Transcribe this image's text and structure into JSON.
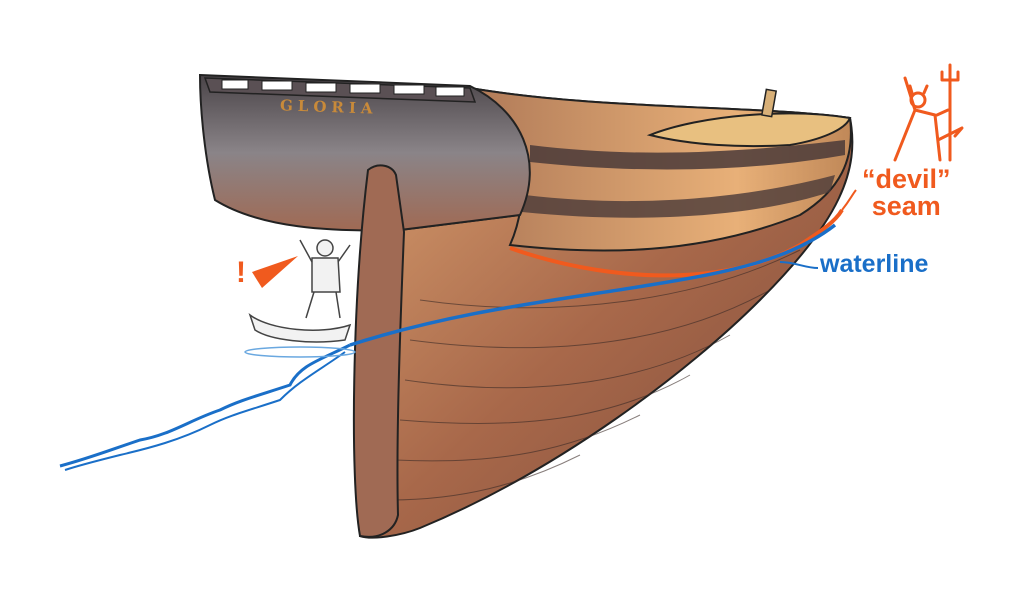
{
  "ship_name": "GLORIA",
  "labels": {
    "devil_seam_line1": "“devil”",
    "devil_seam_line2": "seam",
    "waterline": "waterline",
    "alert": "!"
  },
  "colors": {
    "seam": "#f05a1e",
    "waterline": "#1a6fc8",
    "hull": "#9a6448",
    "stern": "#7a7478"
  },
  "icons": [
    "devil-figure-icon",
    "alert-triangle-icon",
    "rowboat-figure-icon"
  ]
}
